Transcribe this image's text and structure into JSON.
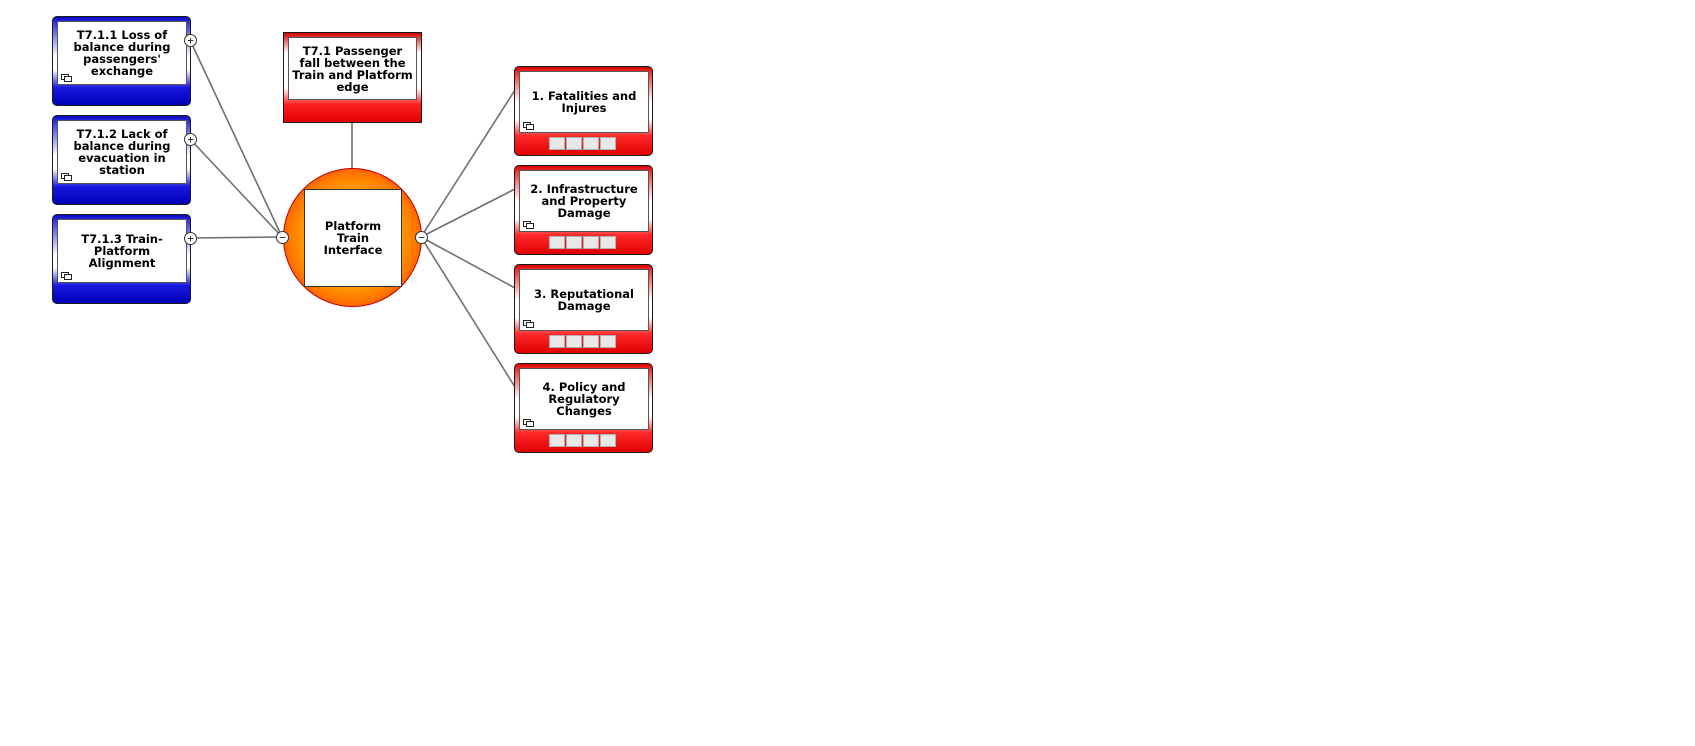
{
  "hazard": {
    "label": "T7.1 Passenger fall between the Train and Platform edge"
  },
  "top_event": {
    "label": "Platform Train Interface"
  },
  "threats": [
    {
      "label": "T7.1.1 Loss of balance during passengers' exchange",
      "toggle": "+"
    },
    {
      "label": "T7.1.2 Lack of balance during evacuation in station",
      "toggle": "+"
    },
    {
      "label": "T7.1.3 Train-Platform Alignment",
      "toggle": "+"
    }
  ],
  "consequences": [
    {
      "label": "1. Fatalities and Injures"
    },
    {
      "label": "2. Infrastructure and Property Damage"
    },
    {
      "label": "3. Reputational Damage"
    },
    {
      "label": "4. Policy and Regulatory Changes"
    }
  ],
  "top_event_toggles": {
    "left": "−",
    "right": "−"
  },
  "colors": {
    "threat": "#0000cc",
    "consequence": "#e60000",
    "hazard": "#e60000",
    "top_event_center": "#ffd000",
    "connector": "#707070"
  },
  "icons": {
    "node_icon": "linked-windows-icon"
  }
}
